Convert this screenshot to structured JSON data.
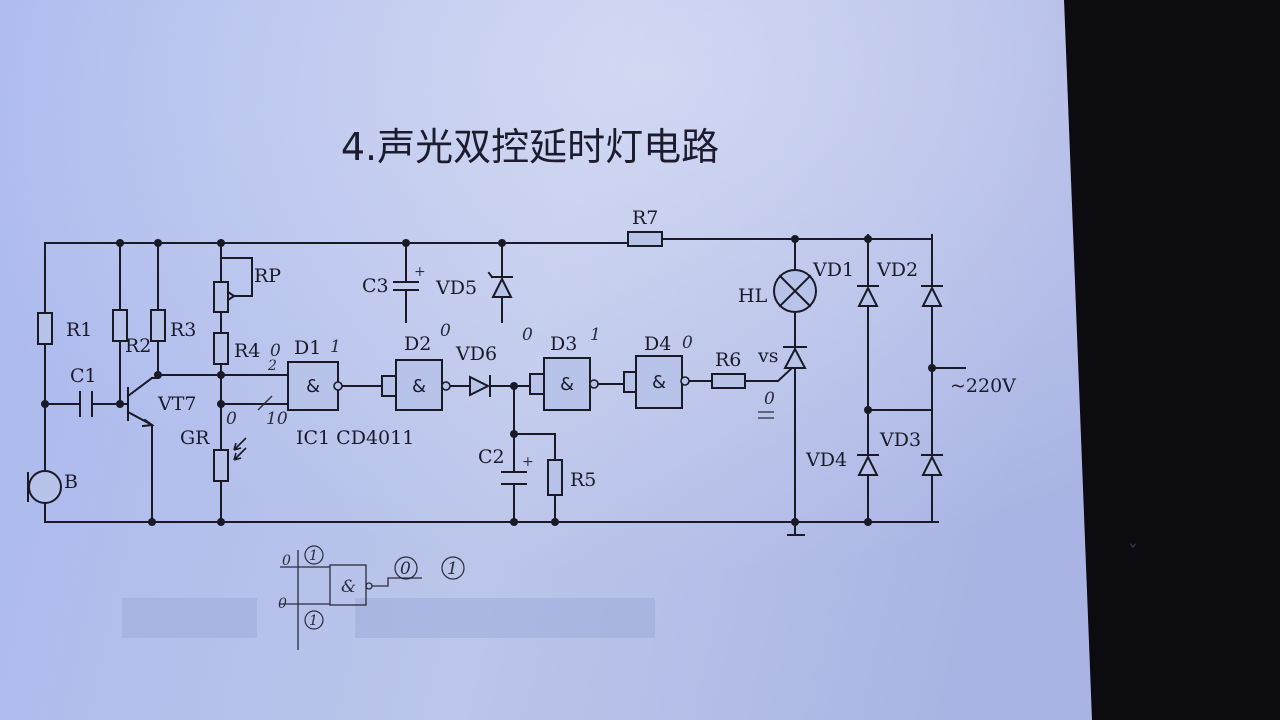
{
  "title": "4.声光双控延时灯电路",
  "components": {
    "R1": "R1",
    "R2": "R2",
    "R3": "R3",
    "R4": "R4",
    "R5": "R5",
    "R6": "R6",
    "R7": "R7",
    "RP": "RP",
    "C1": "C1",
    "C2": "C2",
    "C3": "C3",
    "VT7": "VT7",
    "GR": "GR",
    "B": "B",
    "HL": "HL",
    "VS": "vs",
    "VD1": "VD1",
    "VD2": "VD2",
    "VD3": "VD3",
    "VD4": "VD4",
    "VD5": "VD5",
    "VD6": "VD6",
    "D1": "D1",
    "D2": "D2",
    "D3": "D3",
    "D4": "D4",
    "IC": "IC1 CD4011",
    "supply": "~220V",
    "gate_symbol": "&"
  },
  "annotations": {
    "d1_in_top": "0",
    "d1_in_top2": "2",
    "d1_out": "1",
    "d1_in_bottom": "10",
    "gr_node": "0",
    "d2_out": "0",
    "d3_in": "0",
    "d3_out": "1",
    "d4_out": "0",
    "vs_gate": "0"
  },
  "sketch": {
    "in_top_state": "1",
    "in_top_value": "0",
    "in_bottom_state": "1",
    "in_bottom_value": "0",
    "gate_symbol": "&",
    "out_state": "0",
    "out_alt_state": "1"
  }
}
